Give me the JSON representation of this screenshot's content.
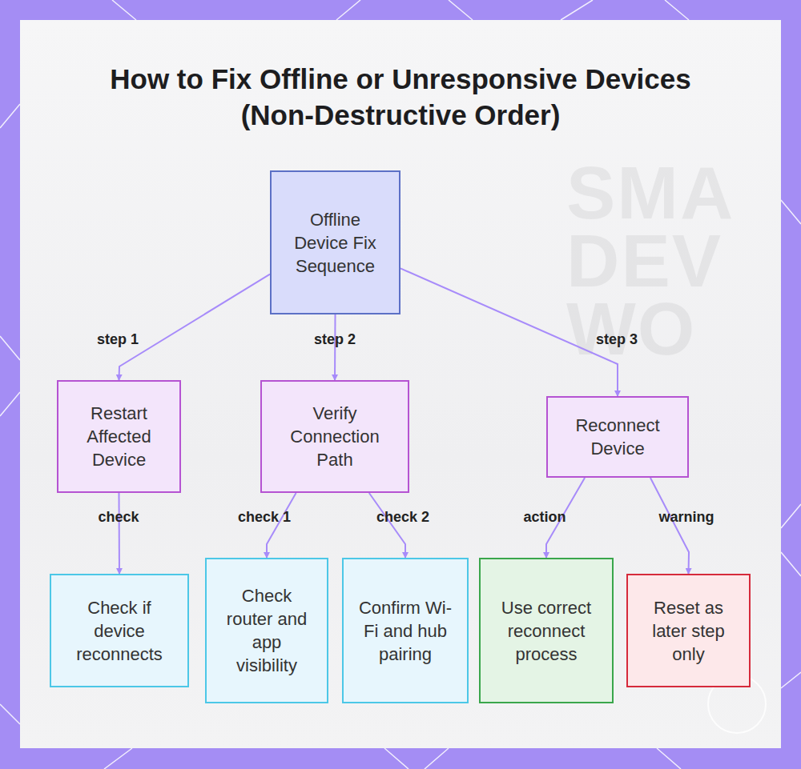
{
  "diagram": {
    "title": "How to Fix Offline or Unresponsive Devices (Non-Destructive Order)",
    "nodes": [
      {
        "text": [
          "Offline Device Fix Sequence"
        ]
      },
      {
        "text": [
          "Restart Affected Device"
        ]
      },
      {
        "text": [
          "Verify Connection Path"
        ]
      },
      {
        "text": [
          "Reconnect Device"
        ]
      },
      {
        "text": [
          "Check if device reconnects"
        ]
      },
      {
        "text": [
          "Check router and app visibility"
        ]
      },
      {
        "text": [
          "Confirm Wi-Fi and hub pairing"
        ]
      },
      {
        "text": [
          "Use correct reconnect process"
        ]
      },
      {
        "text": [
          "Reset as later step only"
        ]
      }
    ],
    "edges": [
      {
        "from": 0,
        "to": 1,
        "label": "step 1",
        "arrow": "to"
      },
      {
        "from": 0,
        "to": 2,
        "label": "step 2",
        "arrow": "to"
      },
      {
        "from": 0,
        "to": 3,
        "label": "step 3",
        "arrow": "to"
      },
      {
        "from": 1,
        "to": 4,
        "label": "check",
        "arrow": "to"
      },
      {
        "from": 2,
        "to": 5,
        "label": "check 1",
        "arrow": "to"
      },
      {
        "from": 2,
        "to": 6,
        "label": "check 2",
        "arrow": "to"
      },
      {
        "from": 3,
        "to": 7,
        "label": "action",
        "arrow": "to"
      },
      {
        "from": 3,
        "to": 8,
        "label": "warning",
        "arrow": "to"
      }
    ],
    "labels": [
      "SMA",
      "DEV",
      "WO"
    ]
  }
}
